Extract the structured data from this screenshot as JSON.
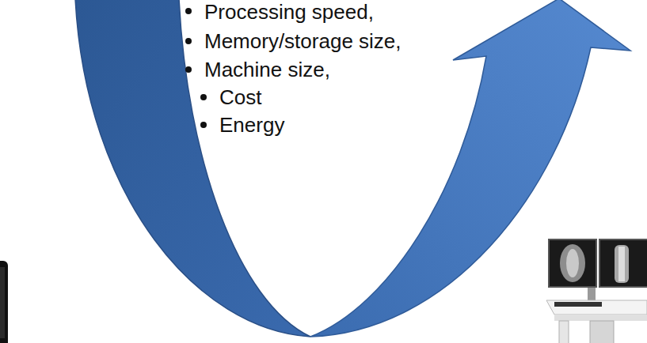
{
  "diagram": {
    "labels": [
      "Processing speed,",
      "Memory/storage size,",
      "Machine size,",
      "Cost",
      "Energy"
    ]
  }
}
